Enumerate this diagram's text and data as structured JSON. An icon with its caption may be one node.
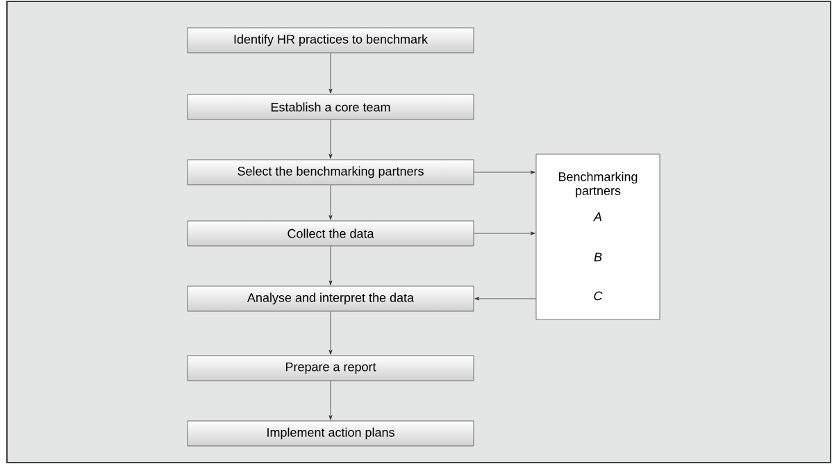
{
  "diagram": {
    "nodes": [
      {
        "text": [
          "Identify HR practices to benchmark"
        ]
      },
      {
        "text": [
          "Establish a core team"
        ]
      },
      {
        "text": [
          "Select the benchmarking partners"
        ]
      },
      {
        "text": [
          "Collect the data"
        ]
      },
      {
        "text": [
          "Analyse and interpret the data"
        ]
      },
      {
        "text": [
          "Prepare a report"
        ]
      },
      {
        "text": [
          "Implement action plans"
        ]
      },
      {
        "text": [
          "Benchmarking partners",
          "A",
          "B",
          "C"
        ]
      }
    ],
    "edges": [
      {
        "from": 0,
        "to": 1,
        "arrow": "to"
      },
      {
        "from": 1,
        "to": 2,
        "arrow": "to"
      },
      {
        "from": 2,
        "to": 3,
        "arrow": "to"
      },
      {
        "from": 3,
        "to": 4,
        "arrow": "to"
      },
      {
        "from": 4,
        "to": 5,
        "arrow": "to"
      },
      {
        "from": 5,
        "to": 6,
        "arrow": "to"
      },
      {
        "from": 2,
        "to": 7,
        "arrow": "to"
      },
      {
        "from": 3,
        "to": 7,
        "arrow": "to"
      },
      {
        "from": 7,
        "to": 4,
        "arrow": "to"
      }
    ]
  }
}
